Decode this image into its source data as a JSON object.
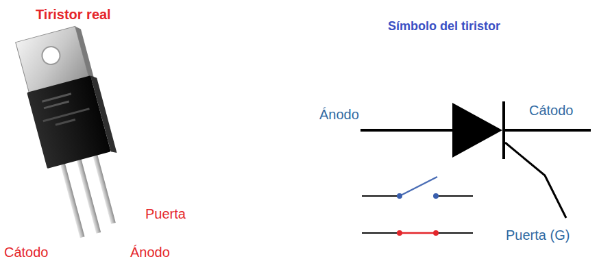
{
  "diagram": {
    "labels": [
      "Tiristor real",
      "Puerta",
      "Cátodo",
      "Ánodo",
      "Símbolo del tiristor",
      "Ánodo",
      "Cátodo",
      "Puerta (G)"
    ]
  }
}
